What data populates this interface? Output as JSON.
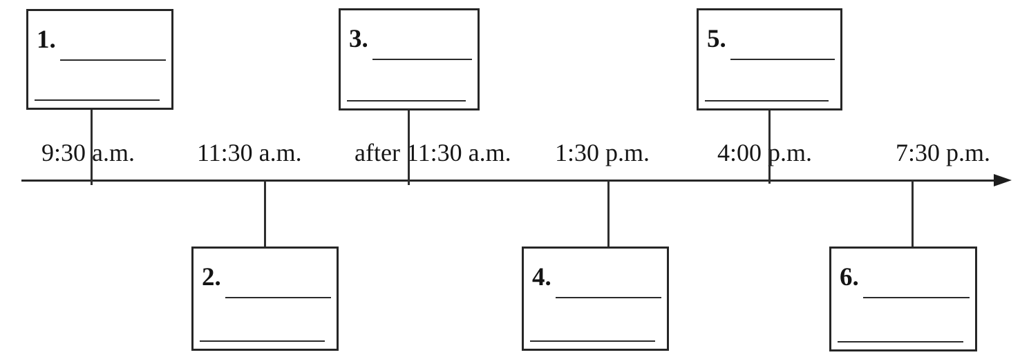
{
  "figure": {
    "type": "timeline-worksheet",
    "background": "#ffffff",
    "ink_color": "#262626"
  },
  "timeline": {
    "arrow_direction": "right",
    "time_labels": [
      {
        "text": "9:30 a.m."
      },
      {
        "text": "11:30 a.m."
      },
      {
        "text": "after 11:30 a.m."
      },
      {
        "text": "1:30 p.m."
      },
      {
        "text": "4:00 p.m."
      },
      {
        "text": "7:30 p.m."
      }
    ],
    "boxes": [
      {
        "number": "1.",
        "side": "above",
        "linked_time": "9:30 a.m."
      },
      {
        "number": "2.",
        "side": "below",
        "linked_time": "11:30 a.m."
      },
      {
        "number": "3.",
        "side": "above",
        "linked_time": "after 11:30 a.m."
      },
      {
        "number": "4.",
        "side": "below",
        "linked_time": "1:30 p.m."
      },
      {
        "number": "5.",
        "side": "above",
        "linked_time": "4:00 p.m."
      },
      {
        "number": "6.",
        "side": "below",
        "linked_time": "7:30 p.m."
      }
    ]
  }
}
